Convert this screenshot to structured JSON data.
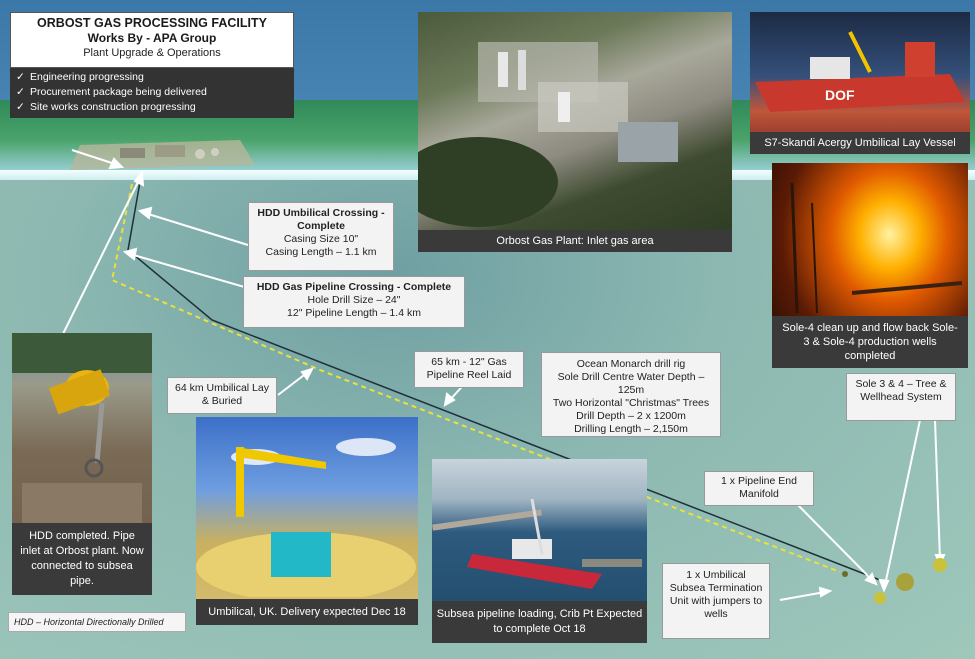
{
  "title": {
    "line1": "ORBOST GAS PROCESSING FACILITY",
    "line2": "Works By - APA Group",
    "line3": "Plant Upgrade & Operations"
  },
  "status_items": [
    {
      "icon": "check-icon",
      "text": "Engineering progressing"
    },
    {
      "icon": "check-icon",
      "text": "Procurement package being delivered"
    },
    {
      "icon": "check-icon",
      "text": "Site works construction progressing"
    }
  ],
  "photos": {
    "plant": "Orbost Gas Plant: Inlet gas area",
    "vessel": "S7-Skandi Acergy Umbilical Lay Vessel",
    "vessel_hull_text": "DOF",
    "flare": "Sole-4 clean up and flow back Sole-3 & Sole-4 production wells completed",
    "hdd": "HDD completed. Pipe inlet at Orbost plant. Now connected to subsea pipe.",
    "umbilical": "Umbilical, UK. Delivery expected Dec 18",
    "pipeline_loading": "Subsea pipeline loading, Crib Pt Expected to complete Oct 18"
  },
  "labels": {
    "hdd_umbilical": {
      "title": "HDD Umbilical Crossing - Complete",
      "line1": "Casing Size 10\"",
      "line2": "Casing Length – 1.1 km"
    },
    "hdd_gas": {
      "title": "HDD Gas Pipeline Crossing - Complete",
      "line1": "Hole Drill Size – 24\"",
      "line2": "12\" Pipeline Length – 1.4 km"
    },
    "umbilical_lay": "64 km Umbilical Lay & Buried",
    "gas_pipeline": "65 km - 12\" Gas Pipeline Reel Laid",
    "drill_rig": {
      "line1": "Ocean Monarch drill rig",
      "line2": "Sole Drill Centre Water Depth – 125m",
      "line3": "Two Horizontal \"Christmas\" Trees",
      "line4": "Drill Depth – 2 x 1200m",
      "line5": "Drilling Length – 2,150m"
    },
    "sole_tree": "Sole 3 & 4 – Tree & Wellhead System",
    "plem": "1 x Pipeline End Manifold",
    "utu": "1 x Umbilical Subsea Termination Unit with jumpers to wells"
  },
  "footnote": "HDD – Horizontal Directionally Drilled",
  "colors": {
    "caption_bg": "#3a3a3a",
    "label_bg": "#f3f3f3",
    "umbilical_line": "#e8e23a",
    "pipeline_line": "#1f2f3a",
    "sea": "#8fbdb3"
  }
}
